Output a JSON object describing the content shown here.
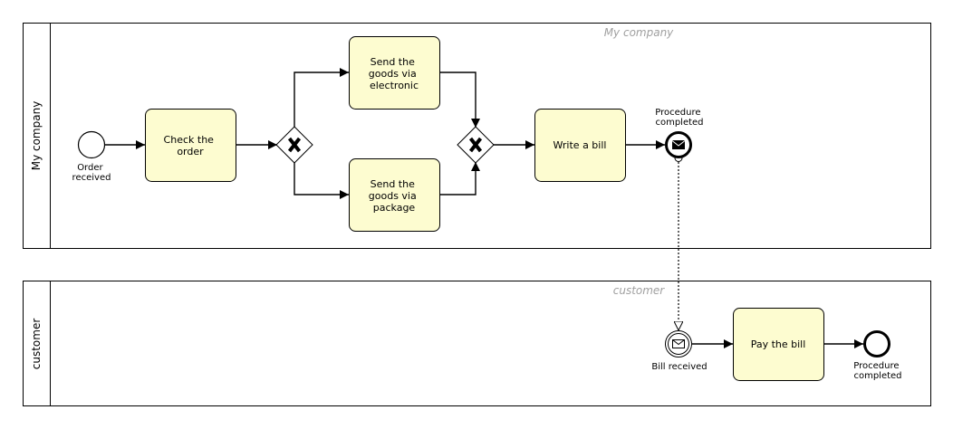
{
  "pools": [
    {
      "label": "My company",
      "watermark": "My company"
    },
    {
      "label": "customer",
      "watermark": "customer"
    }
  ],
  "tasks": {
    "check_order": [
      "Check the",
      "order"
    ],
    "send_electronic": [
      "Send the",
      "goods via",
      "electronic"
    ],
    "send_package": [
      "Send the",
      "goods via",
      "package"
    ],
    "write_bill": [
      "Write a bill"
    ],
    "pay_bill": [
      "Pay the bill"
    ]
  },
  "events": {
    "order_received": [
      "Order",
      "received"
    ],
    "procedure_completed_1": [
      "Procedure",
      "completed"
    ],
    "bill_received": [
      "Bill received"
    ],
    "procedure_completed_2": [
      "Procedure",
      "completed"
    ]
  },
  "icons": {
    "gateway": "exclusive-gateway-x-icon",
    "message_throw": "envelope-filled-icon",
    "message_catch": "envelope-outline-icon"
  }
}
